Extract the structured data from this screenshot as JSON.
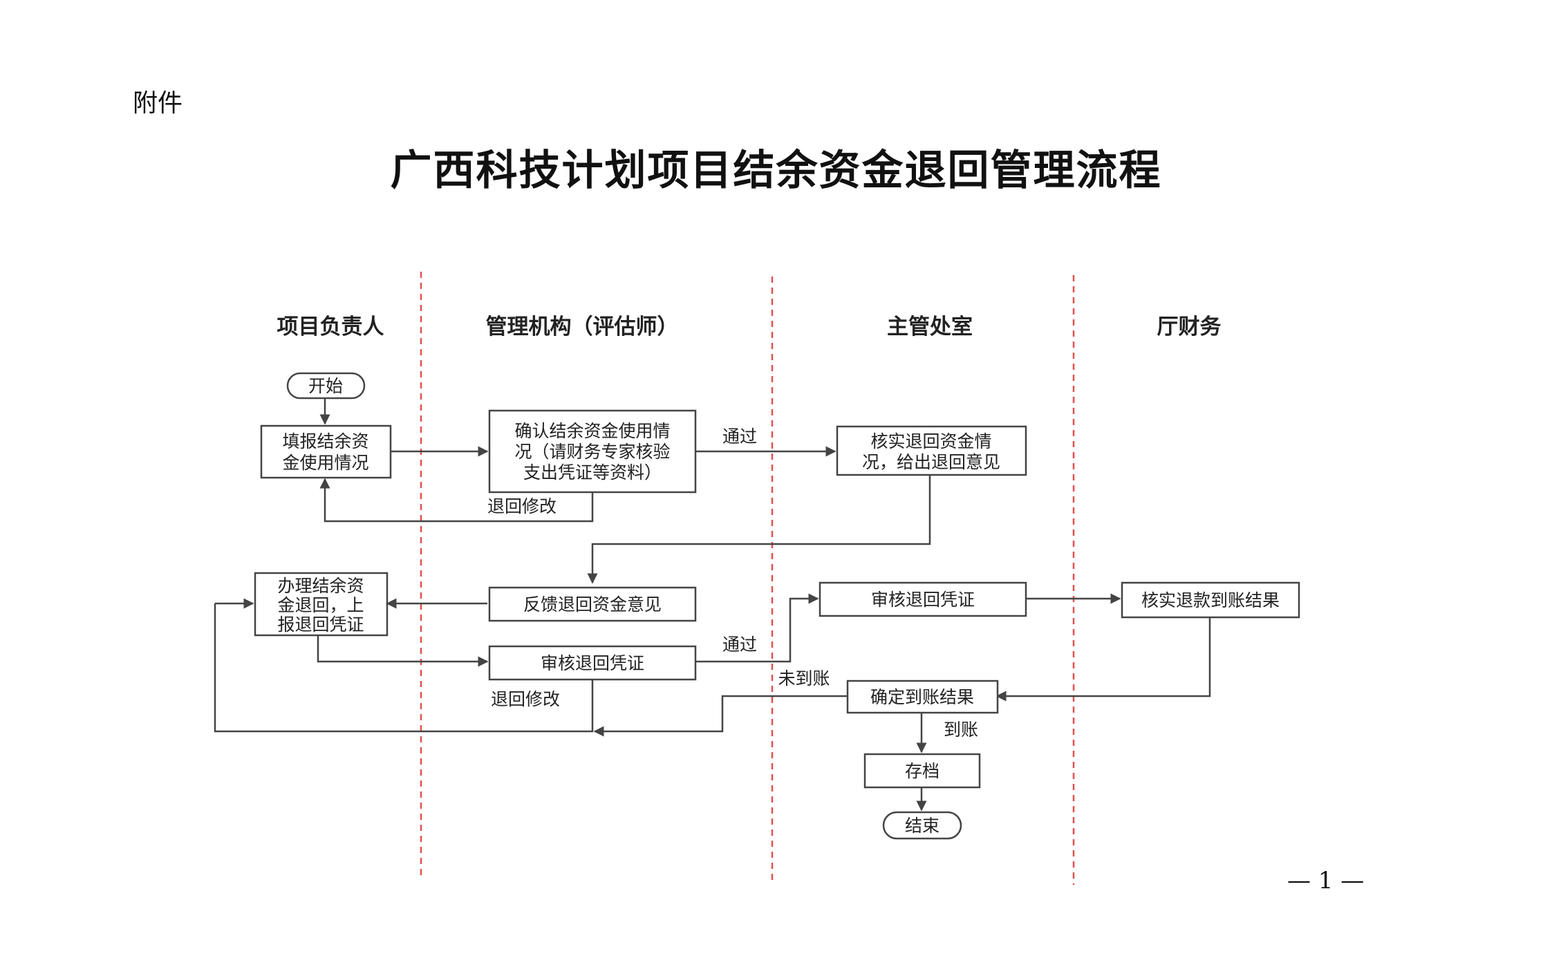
{
  "header": {
    "attachment_label": "附件",
    "title": "广西科技计划项目结余资金退回管理流程"
  },
  "lanes": [
    "项目负责人",
    "管理机构（评估师）",
    "主管处室",
    "厅财务"
  ],
  "nodes": {
    "start": [
      "开始"
    ],
    "fill_report": [
      "填报结余资",
      "金使用情况"
    ],
    "confirm_usage": [
      "确认结余资金使用情",
      "况（请财务专家核验",
      "支出凭证等资料）"
    ],
    "verify_return": [
      "核实退回资金情",
      "况，给出退回意见"
    ],
    "handle_return": [
      "办理结余资",
      "金退回，上",
      "报退回凭证"
    ],
    "feedback": [
      "反馈退回资金意见"
    ],
    "review_voucher_mgmt": [
      "审核退回凭证"
    ],
    "review_voucher_dept": [
      "审核退回凭证"
    ],
    "verify_arrival": [
      "核实退款到账结果"
    ],
    "confirm_arrival": [
      "确定到账结果"
    ],
    "archive": [
      "存档"
    ],
    "end": [
      "结束"
    ]
  },
  "edge_labels": {
    "pass_1": "通过",
    "return_revise_1": "退回修改",
    "pass_2": "通过",
    "not_arrived": "未到账",
    "return_revise_2": "退回修改",
    "arrived": "到账"
  },
  "footer": {
    "page_number": "— 1 —"
  }
}
